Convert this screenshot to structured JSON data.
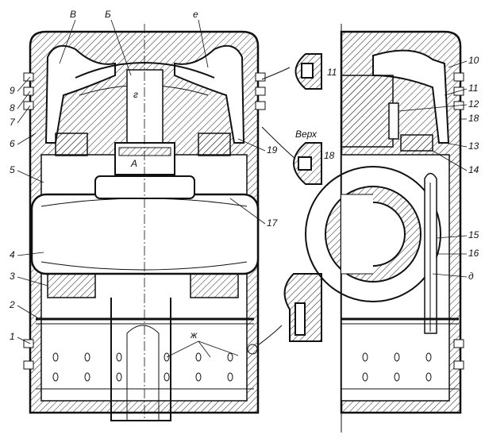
{
  "figure": {
    "left_labels": [
      "9",
      "8",
      "7",
      "6",
      "5",
      "4",
      "3",
      "2",
      "1"
    ],
    "top_labels": [
      "В",
      "Б",
      "е"
    ],
    "inner_labels": [
      "г",
      "А"
    ],
    "center_labels": [
      "19",
      "17",
      "ж"
    ],
    "detail_labels": [
      "11",
      "Верх",
      "18"
    ],
    "right_labels": [
      "10",
      "11",
      "12",
      "18",
      "13",
      "14",
      "15",
      "16",
      "д"
    ]
  }
}
